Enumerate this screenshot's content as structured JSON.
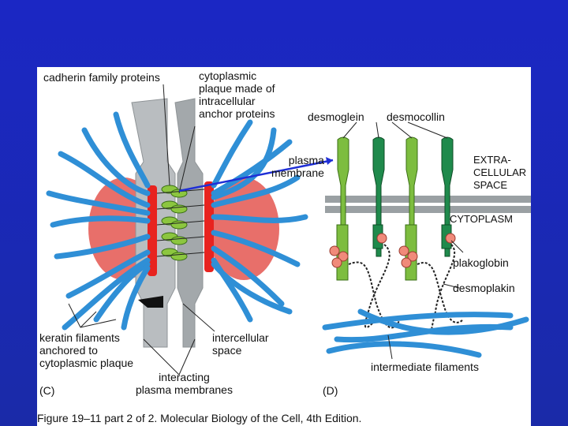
{
  "slide": {
    "background_color": "#1c2bbf"
  },
  "figure": {
    "panel_c": {
      "label": "(C)",
      "cadherin": "cadherin family proteins",
      "plaque": "cytoplasmic\nplaque made of\nintracellular\nanchor proteins",
      "keratin": "keratin filaments\nanchored to\ncytoplasmic plaque",
      "intercellular": "intercellular\nspace",
      "membranes": "interacting\nplasma membranes"
    },
    "panel_d": {
      "label": "(D)",
      "desmoglein": "desmoglein",
      "desmocollin": "desmocollin",
      "plasma_membrane": "plasma\nmembrane",
      "extracellular": "EXTRA-\nCELLULAR\nSPACE",
      "cytoplasm": "CYTOPLASM",
      "plakoglobin": "plakoglobin",
      "desmoplakin": "desmoplakin",
      "intermediate": "intermediate filaments"
    },
    "caption": "Figure 19–11 part 2 of 2. Molecular Biology of the Cell, 4th Edition.",
    "colors": {
      "filament": "#2f8fd6",
      "membrane": "#a9aeb1",
      "plaque_red": "#e8231f",
      "cadherin_green": "#8cc63f",
      "desmoglein_green": "#7dbd3f",
      "desmocollin_green": "#1f8a4c",
      "plakoglobin_pink": "#f08a7a",
      "arrow": "#1f2fd6"
    }
  }
}
